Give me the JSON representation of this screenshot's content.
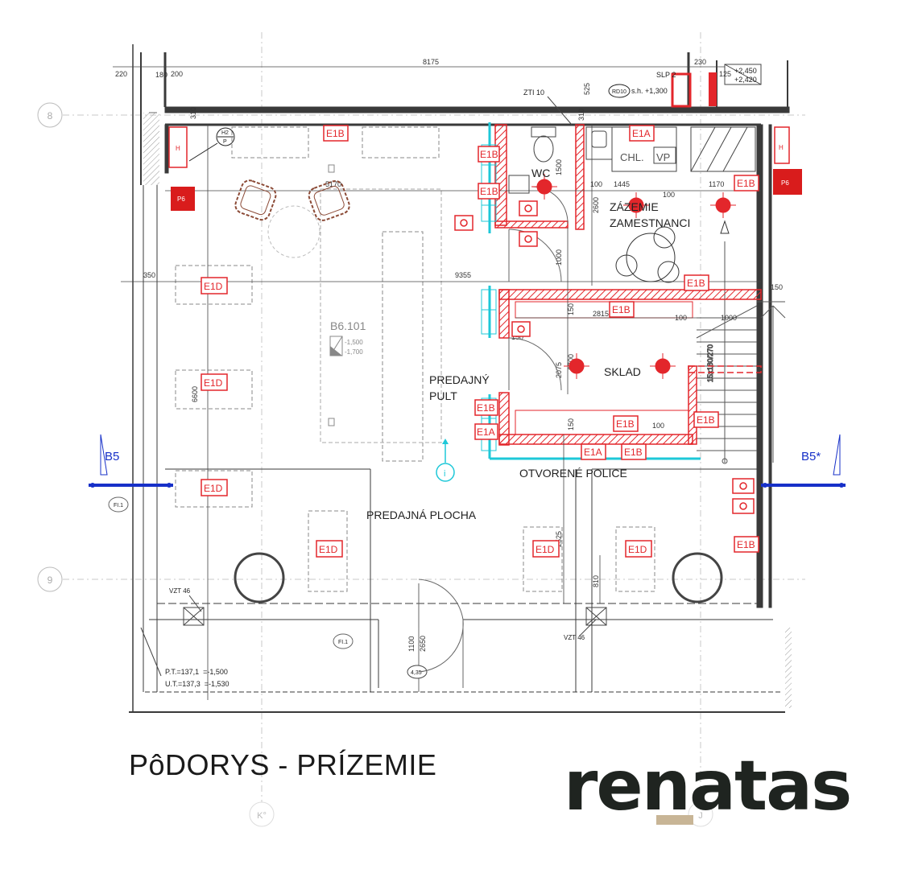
{
  "grid_labels": {
    "row_8": "8",
    "row_9": "9",
    "col_k": "K°",
    "col_j": "J"
  },
  "dims": {
    "d8175": "8175",
    "d220": "220",
    "d180": "180",
    "d200": "200",
    "d310a": "310",
    "d525": "525",
    "d310b": "310",
    "d230": "230",
    "d125": "125",
    "d5170": "5170",
    "d9355": "9355",
    "d350": "350",
    "d6600": "6600",
    "d1500": "1500",
    "d2600": "2600",
    "d1445": "1445",
    "d1170": "1170",
    "d100a": "100",
    "d100b": "100",
    "d100c": "100",
    "d100d": "100",
    "d1000a": "1000",
    "d150a": "150",
    "d150b": "150",
    "d150c": "150",
    "d2815": "2815",
    "d1000b": "1000",
    "d6700": "6700",
    "d2075": "2075",
    "d150d": "150",
    "d2525": "2525",
    "d810": "810",
    "d1100": "1100",
    "d2650": "2650",
    "d15180": "15x180/270"
  },
  "annotations": {
    "slp": "SLP 2",
    "lvl_a": "+2,450",
    "lvl_b": "+2,420",
    "rd": "RD10",
    "sh": "s.h. +1,300",
    "zti": "ZTI 10",
    "h2p_a": "H2",
    "h2p_b": "P",
    "room_code": "B6.101",
    "lvl_c": "-1,500",
    "lvl_d": "-1,700",
    "vzt_a": "VZT 46",
    "vzt_b": "VZT 46",
    "fi_a": "FI.1",
    "fi_b": "FI.1",
    "pt": "P.T.=137,1  =-1,500",
    "ut": "U.T.=137,3  =-1,530",
    "d435": "4,35",
    "chl": "CHL.",
    "vp": "VP",
    "h_left": "H",
    "h_right": "H",
    "p6": "P6",
    "pright": "P6"
  },
  "rooms": {
    "wc": "WC",
    "zazemie1": "ZÁZEMIE",
    "zazemie2": "ZAMESTNANCI",
    "predajny1": "PREDAJNÝ",
    "predajny2": "PULT",
    "sklad": "SKLAD",
    "otvorene": "OTVORENÉ POLICE",
    "plocha": "PREDAJNÁ PLOCHA"
  },
  "tags": {
    "e1b_top": "E1B",
    "e1a_top": "E1A",
    "e1b_tr": "E1B",
    "e1b_wc1": "E1B",
    "e1b_wc2": "E1B",
    "e1b_z": "E1B",
    "e1b_sk": "E1B",
    "e1b_p1": "E1B",
    "e1a_p": "E1A",
    "e1b_bot": "E1B",
    "e1b_r": "E1B",
    "e1a_b": "E1A",
    "e1b_b2": "E1B",
    "e1b_right": "E1B",
    "e1d_1": "E1D",
    "e1d_2": "E1D",
    "e1d_3": "E1D",
    "e1d_4": "E1D",
    "e1d_5": "E1D",
    "e1d_6": "E1D"
  },
  "sections": {
    "left": "B5",
    "right": "B5*",
    "info": "i"
  },
  "caption": "PôDORYS - PRÍZEMIE",
  "logo": "renatas",
  "colors": {
    "red": "#e3262b",
    "cyan": "#1ec8d8",
    "blue": "#1730c8",
    "wall": "#3a3a3a",
    "brown": "#8b4a36"
  }
}
